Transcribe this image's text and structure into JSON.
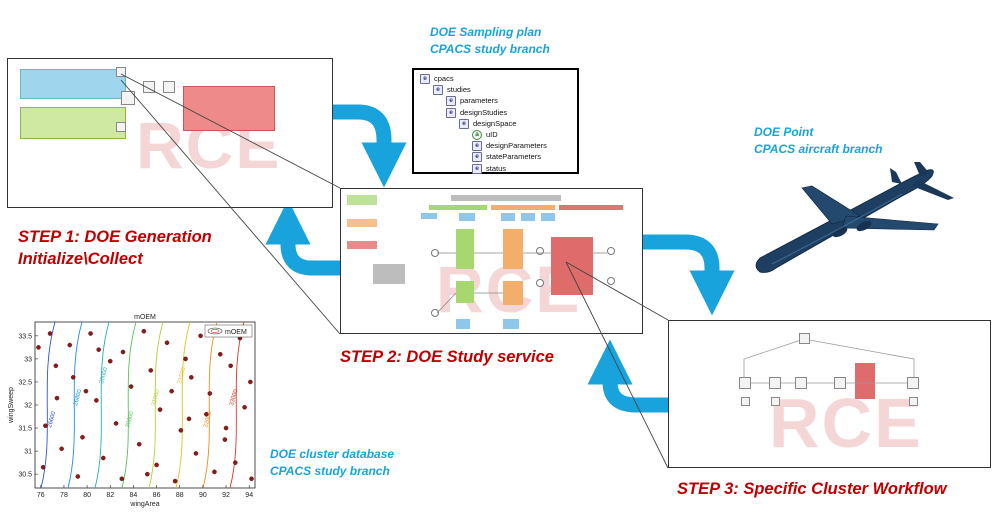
{
  "captions": {
    "doe_sampling_line1": "DOE Sampling plan",
    "doe_sampling_line2": "CPACS study branch",
    "doe_point_line1": "DOE Point",
    "doe_point_line2": "CPACS aircraft branch",
    "cluster_db_line1": "DOE cluster database",
    "cluster_db_line2": "CPACS study branch"
  },
  "steps": {
    "step1_line1": "STEP 1: DOE Generation",
    "step1_line2": "Initialize\\Collect",
    "step2": "STEP 2: DOE Study service",
    "step3": "STEP 3: Specific Cluster Workflow"
  },
  "tree": [
    {
      "label": "cpacs",
      "depth": 0,
      "kind": "e"
    },
    {
      "label": "studies",
      "depth": 1,
      "kind": "e"
    },
    {
      "label": "parameters",
      "depth": 2,
      "kind": "e"
    },
    {
      "label": "designStudies",
      "depth": 2,
      "kind": "e"
    },
    {
      "label": "designSpace",
      "depth": 3,
      "kind": "e"
    },
    {
      "label": "uID",
      "depth": 4,
      "kind": "a"
    },
    {
      "label": "designParameters",
      "depth": 4,
      "kind": "e"
    },
    {
      "label": "stateParameters",
      "depth": 4,
      "kind": "e"
    },
    {
      "label": "status",
      "depth": 4,
      "kind": "e"
    }
  ],
  "watermark": "RCE",
  "colors": {
    "accent_blue": "#19a3dc",
    "step_red": "#c00000",
    "airplane": "#1f3f62"
  },
  "chart_data": {
    "type": "scatter",
    "title": "mOEM",
    "xlabel": "wingArea",
    "ylabel": "wingSweep",
    "xlim": [
      75.5,
      94.5
    ],
    "ylim": [
      30.2,
      33.8
    ],
    "xticks": [
      "76",
      "78",
      "80",
      "82",
      "84",
      "86",
      "88",
      "90",
      "92",
      "94"
    ],
    "yticks": [
      "30.5",
      "31",
      "31.5",
      "32",
      "32.5",
      "33",
      "33.5"
    ],
    "legend": {
      "label": "mOEM",
      "position": "top-right"
    },
    "contour_labels": [
      "26600",
      "26800",
      "30000",
      "30600",
      "31000",
      "31500",
      "32000",
      "33000"
    ],
    "points": [
      {
        "x": 75.8,
        "y": 33.25
      },
      {
        "x": 76.4,
        "y": 31.55
      },
      {
        "x": 76.8,
        "y": 33.55
      },
      {
        "x": 77.3,
        "y": 32.85
      },
      {
        "x": 76.2,
        "y": 30.65
      },
      {
        "x": 77.8,
        "y": 31.05
      },
      {
        "x": 77.4,
        "y": 32.15
      },
      {
        "x": 78.5,
        "y": 33.3
      },
      {
        "x": 79.2,
        "y": 30.45
      },
      {
        "x": 78.8,
        "y": 32.6
      },
      {
        "x": 79.6,
        "y": 31.3
      },
      {
        "x": 80.3,
        "y": 33.55
      },
      {
        "x": 80.8,
        "y": 32.1
      },
      {
        "x": 81.4,
        "y": 30.85
      },
      {
        "x": 82.0,
        "y": 32.95
      },
      {
        "x": 82.5,
        "y": 31.6
      },
      {
        "x": 83.1,
        "y": 33.15
      },
      {
        "x": 83.0,
        "y": 30.4
      },
      {
        "x": 83.8,
        "y": 32.4
      },
      {
        "x": 84.5,
        "y": 31.15
      },
      {
        "x": 84.9,
        "y": 33.6
      },
      {
        "x": 85.5,
        "y": 32.75
      },
      {
        "x": 86.0,
        "y": 30.7
      },
      {
        "x": 86.3,
        "y": 31.9
      },
      {
        "x": 86.9,
        "y": 33.35
      },
      {
        "x": 87.3,
        "y": 32.3
      },
      {
        "x": 87.6,
        "y": 30.35
      },
      {
        "x": 88.1,
        "y": 31.45
      },
      {
        "x": 88.5,
        "y": 33.0
      },
      {
        "x": 89.0,
        "y": 32.6
      },
      {
        "x": 89.4,
        "y": 30.95
      },
      {
        "x": 89.8,
        "y": 33.5
      },
      {
        "x": 90.3,
        "y": 31.8
      },
      {
        "x": 90.6,
        "y": 32.25
      },
      {
        "x": 91.0,
        "y": 30.55
      },
      {
        "x": 91.5,
        "y": 33.1
      },
      {
        "x": 91.9,
        "y": 31.25
      },
      {
        "x": 92.4,
        "y": 32.85
      },
      {
        "x": 92.8,
        "y": 30.75
      },
      {
        "x": 93.2,
        "y": 33.45
      },
      {
        "x": 93.6,
        "y": 31.95
      },
      {
        "x": 94.1,
        "y": 32.5
      },
      {
        "x": 94.2,
        "y": 30.4
      },
      {
        "x": 85.2,
        "y": 30.5
      },
      {
        "x": 88.8,
        "y": 31.7
      },
      {
        "x": 81.0,
        "y": 33.2
      },
      {
        "x": 79.9,
        "y": 32.3
      },
      {
        "x": 92.0,
        "y": 31.5
      }
    ]
  }
}
